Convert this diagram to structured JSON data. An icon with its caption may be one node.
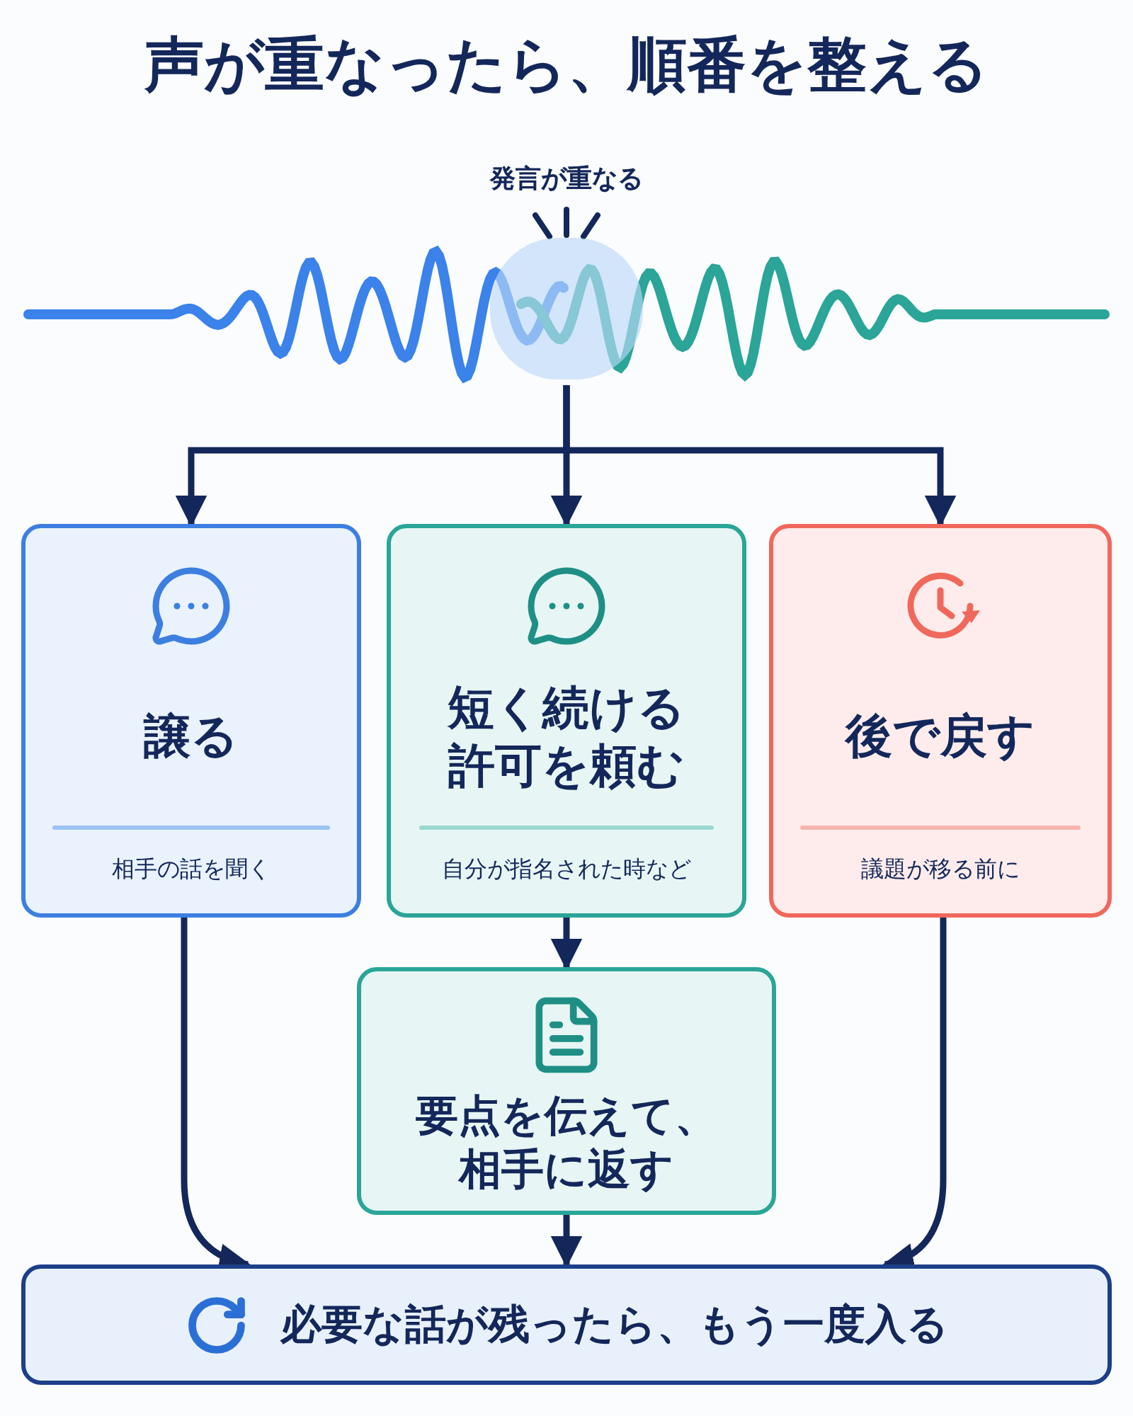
{
  "diagram": {
    "title": "声が重なったら、順番を整える",
    "nodes": [
      {
        "text": [
          "発言が重なる"
        ]
      },
      {
        "text": [
          "譲る",
          "相手の話を聞く"
        ]
      },
      {
        "text": [
          "短く続ける許可を頼む",
          "自分が指名された時など"
        ]
      },
      {
        "text": [
          "後で戻す",
          "議題が移る前に"
        ]
      },
      {
        "text": [
          "要点を伝えて、相手に返す"
        ]
      },
      {
        "text": [
          "必要な話が残ったら、もう一度入る"
        ]
      }
    ],
    "edges": [
      {
        "from": 0,
        "to": 1,
        "arrow": "to"
      },
      {
        "from": 0,
        "to": 2,
        "arrow": "to"
      },
      {
        "from": 0,
        "to": 3,
        "arrow": "to"
      },
      {
        "from": 2,
        "to": 4,
        "arrow": "to"
      },
      {
        "from": 1,
        "to": 5,
        "arrow": "to"
      },
      {
        "from": 4,
        "to": 5,
        "arrow": "to"
      },
      {
        "from": 3,
        "to": 5,
        "arrow": "to"
      }
    ]
  }
}
